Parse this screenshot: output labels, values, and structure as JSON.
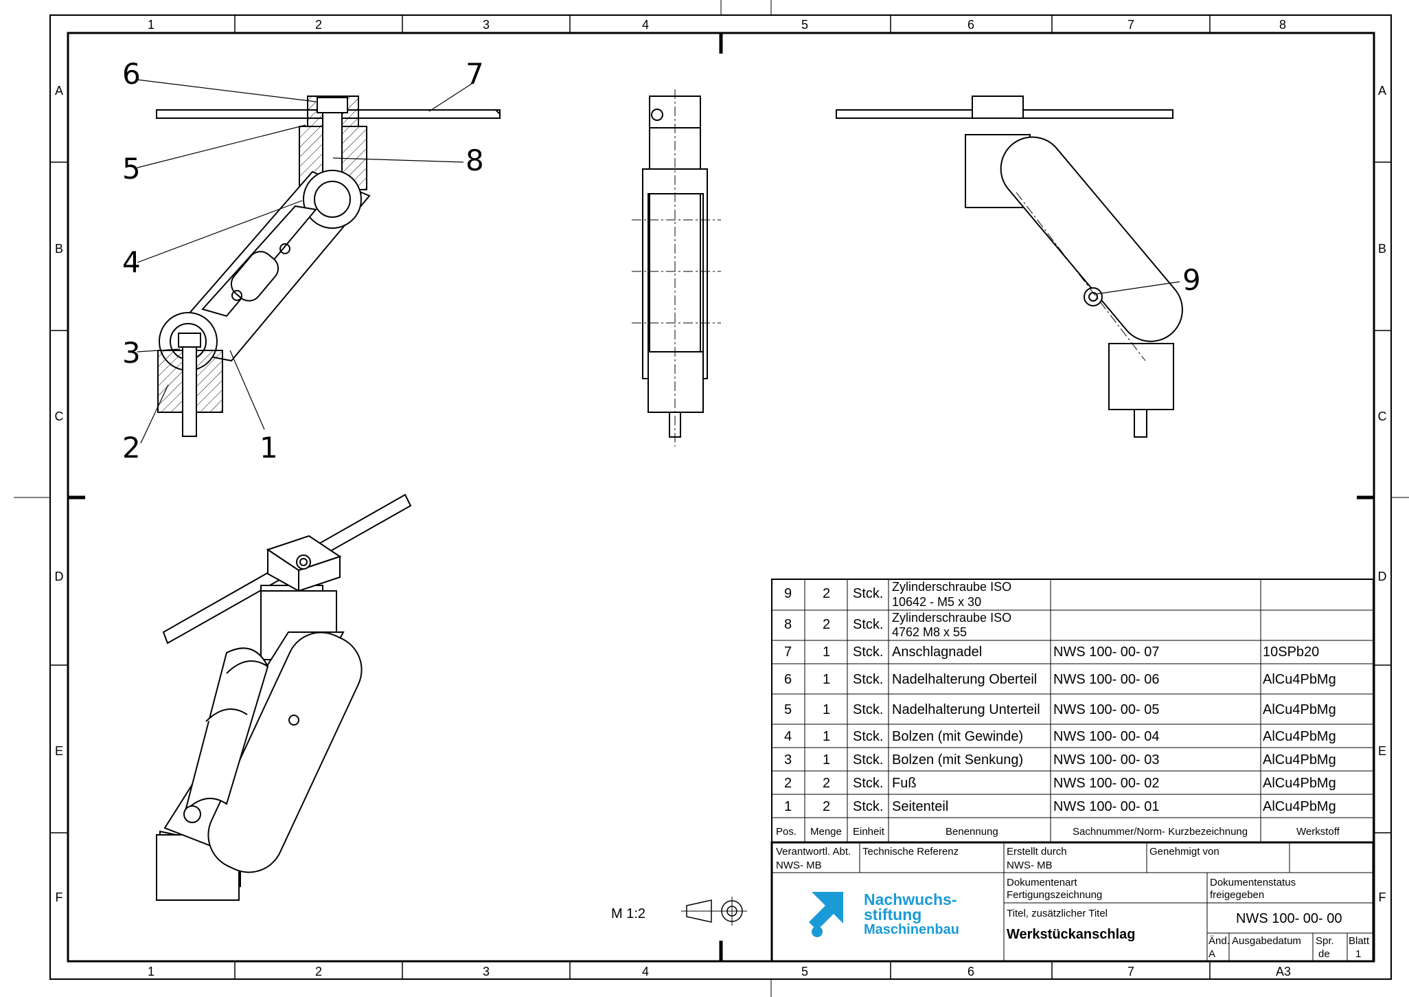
{
  "zones": {
    "columns": [
      "1",
      "2",
      "3",
      "4",
      "5",
      "6",
      "7",
      "8"
    ],
    "rows": [
      "A",
      "B",
      "C",
      "D",
      "E",
      "F"
    ]
  },
  "callouts": [
    "1",
    "2",
    "3",
    "4",
    "5",
    "6",
    "7",
    "8",
    "9"
  ],
  "scale": "M 1:2",
  "bom": {
    "rows": [
      {
        "pos": "9",
        "menge": "2",
        "einheit": "Stck.",
        "benennung1": "Zylinderschraube ISO",
        "benennung2": "10642 -  M5 x 30",
        "sachnummer": "",
        "werkstoff": ""
      },
      {
        "pos": "8",
        "menge": "2",
        "einheit": "Stck.",
        "benennung1": "Zylinderschraube ISO",
        "benennung2": "4762 M8 x 55",
        "sachnummer": "",
        "werkstoff": ""
      },
      {
        "pos": "7",
        "menge": "1",
        "einheit": "Stck.",
        "benennung1": "Anschlagnadel",
        "benennung2": "",
        "sachnummer": "NWS 100- 00- 07",
        "werkstoff": "10SPb20"
      },
      {
        "pos": "6",
        "menge": "1",
        "einheit": "Stck.",
        "benennung1": "Nadelhalterung Oberteil",
        "benennung2": "",
        "sachnummer": "NWS 100- 00- 06",
        "werkstoff": "AlCu4PbMg"
      },
      {
        "pos": "5",
        "menge": "1",
        "einheit": "Stck.",
        "benennung1": "Nadelhalterung Unterteil",
        "benennung2": "",
        "sachnummer": "NWS 100- 00- 05",
        "werkstoff": "AlCu4PbMg"
      },
      {
        "pos": "4",
        "menge": "1",
        "einheit": "Stck.",
        "benennung1": "Bolzen (mit Gewinde)",
        "benennung2": "",
        "sachnummer": "NWS 100- 00- 04",
        "werkstoff": "AlCu4PbMg"
      },
      {
        "pos": "3",
        "menge": "1",
        "einheit": "Stck.",
        "benennung1": "Bolzen (mit Senkung)",
        "benennung2": "",
        "sachnummer": "NWS 100- 00- 03",
        "werkstoff": "AlCu4PbMg"
      },
      {
        "pos": "2",
        "menge": "2",
        "einheit": "Stck.",
        "benennung1": "Fuß",
        "benennung2": "",
        "sachnummer": "NWS 100- 00- 02",
        "werkstoff": "AlCu4PbMg"
      },
      {
        "pos": "1",
        "menge": "2",
        "einheit": "Stck.",
        "benennung1": "Seitenteil",
        "benennung2": "",
        "sachnummer": "NWS 100- 00- 01",
        "werkstoff": "AlCu4PbMg"
      }
    ],
    "headers": {
      "pos": "Pos.",
      "menge": "Menge",
      "einheit": "Einheit",
      "benennung": "Benennung",
      "sachnummer": "Sachnummer/Norm- Kurzbezeichnung",
      "werkstoff": "Werkstoff"
    }
  },
  "title_block": {
    "verantwortl_label": "Verantwortl. Abt.",
    "verantwortl_value": "NWS- MB",
    "tech_ref_label": "Technische Referenz",
    "erstellt_label": "Erstellt durch",
    "erstellt_value": "NWS- MB",
    "genehmigt_label": "Genehmigt von",
    "dokart_label": "Dokumentenart",
    "dokart_value": "Fertigungszeichnung",
    "dokstatus_label": "Dokumentenstatus",
    "dokstatus_value": "freigegeben",
    "titel_label": "Titel, zusätzlicher Titel",
    "titel_value": "Werkstückanschlag",
    "docnum": "NWS 100- 00- 00",
    "aend_label": "Änd.",
    "aend_value": "A",
    "ausgabe_label": "Ausgabedatum",
    "spr_label": "Spr.",
    "spr_value": "de",
    "blatt_label": "Blatt",
    "blatt_value": "1",
    "format": "A3"
  },
  "logo": {
    "line1": "Nachwuchs-",
    "line2": "stiftung",
    "line3": "Maschinenbau",
    "color": "#1a9ad6"
  }
}
